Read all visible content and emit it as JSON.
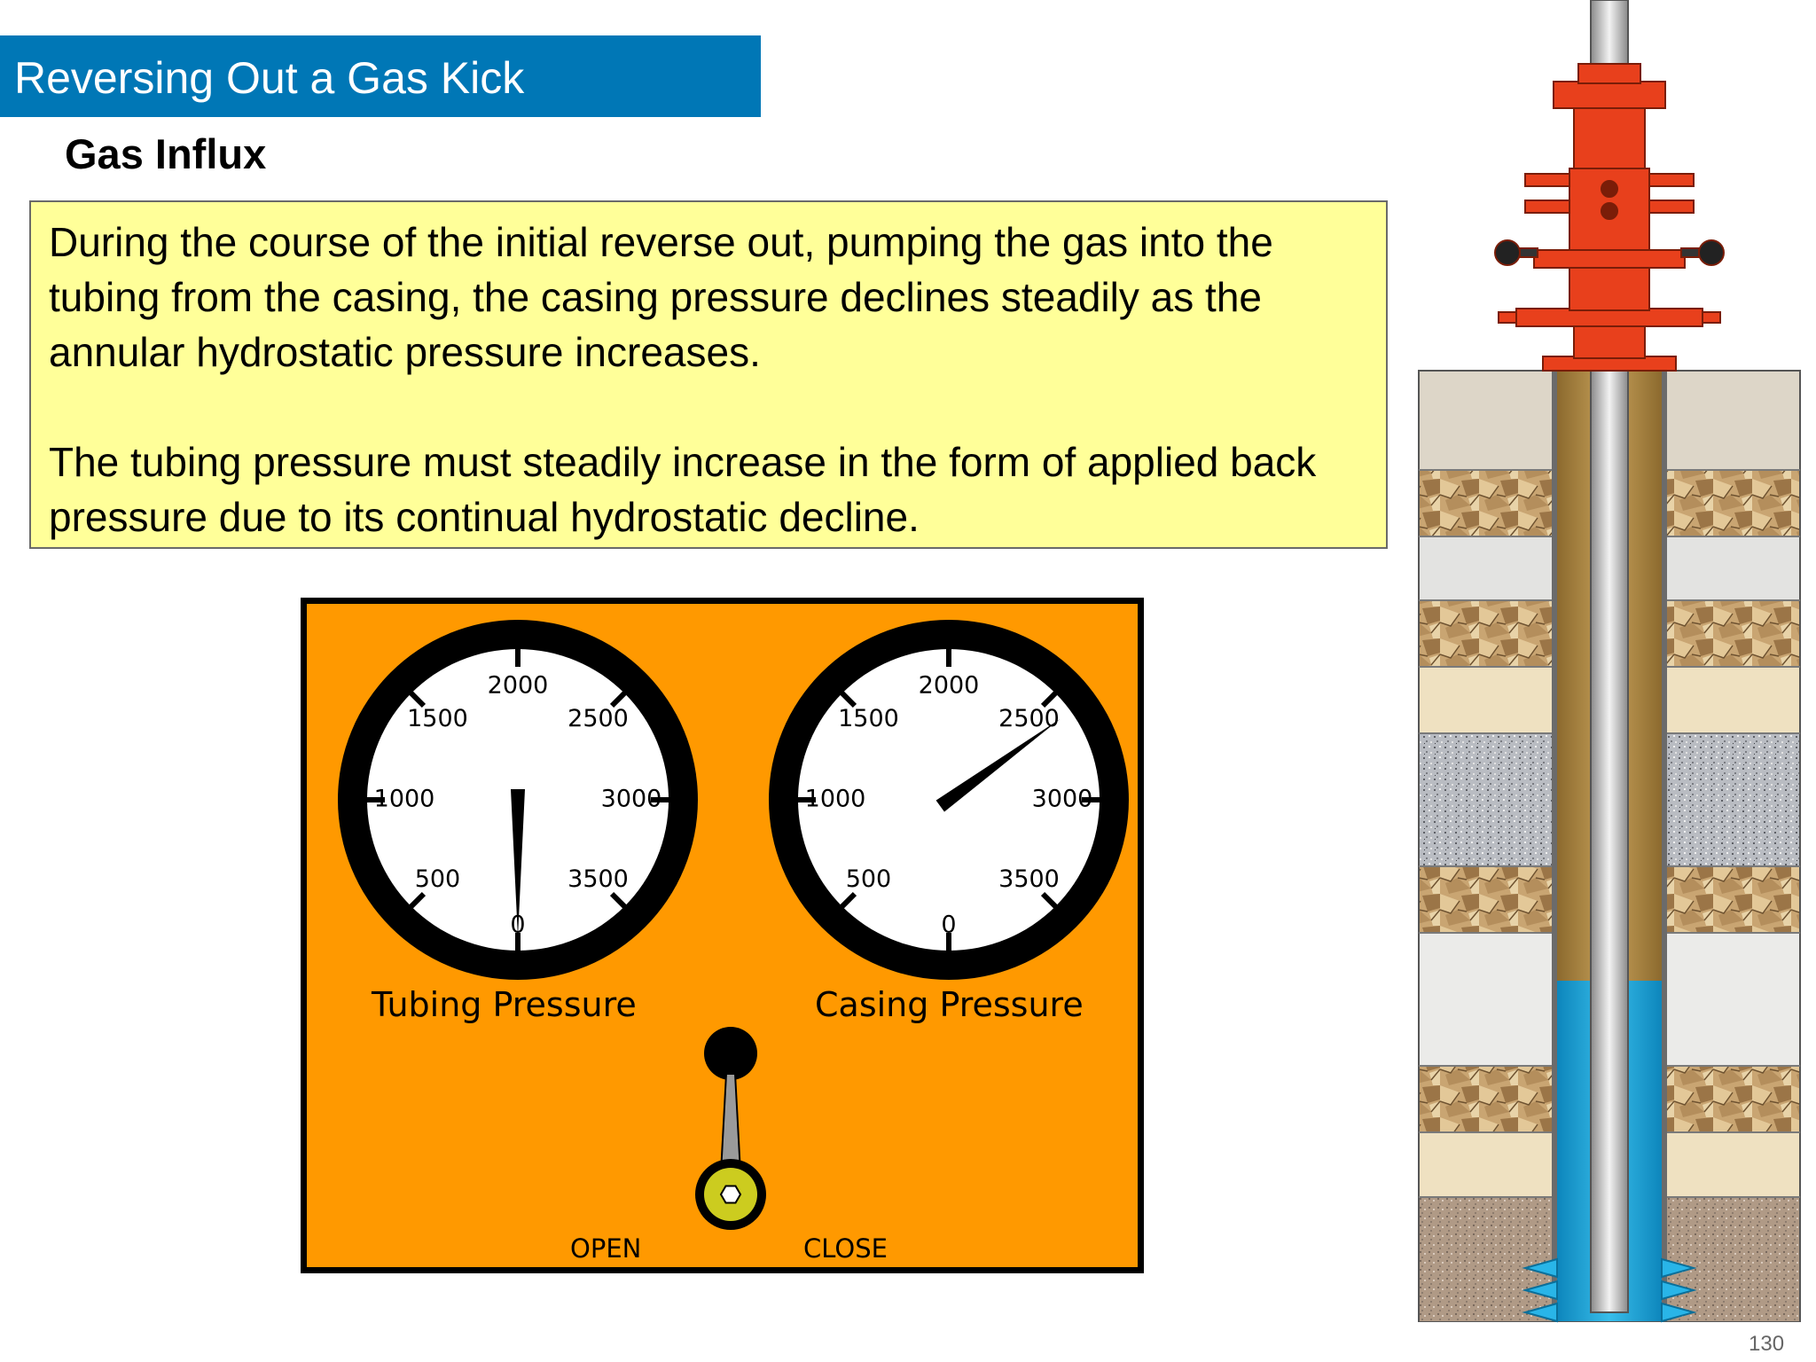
{
  "slide": {
    "title": "Reversing Out a Gas Kick",
    "subtitle": "Gas Influx",
    "paragraphs": [
      "During the course of the initial reverse out, pumping the gas into the tubing from the casing, the casing pressure declines steadily as the annular hydrostatic pressure increases.",
      "The tubing pressure must steadily increase in the form of applied back pressure due to its continual hydrostatic decline."
    ],
    "page_number": "130"
  },
  "panel": {
    "gauges": [
      {
        "label": "Tubing Pressure",
        "reading": 0,
        "ticks": [
          "0",
          "500",
          "1000",
          "1500",
          "2000",
          "2500",
          "3000",
          "3500"
        ]
      },
      {
        "label": "Casing Pressure",
        "reading": 2600,
        "ticks": [
          "0",
          "500",
          "1000",
          "1500",
          "2000",
          "2500",
          "3000",
          "3500"
        ]
      }
    ],
    "choke": {
      "open_label": "OPEN",
      "close_label": "CLOSE"
    }
  },
  "colors": {
    "title_bar": "#0077b6",
    "note_bg": "#ffff99",
    "panel_bg": "#ff9900",
    "wellhead": "#e8401c",
    "fluid": "#1fa3d8",
    "annulus": "#a8823e"
  }
}
